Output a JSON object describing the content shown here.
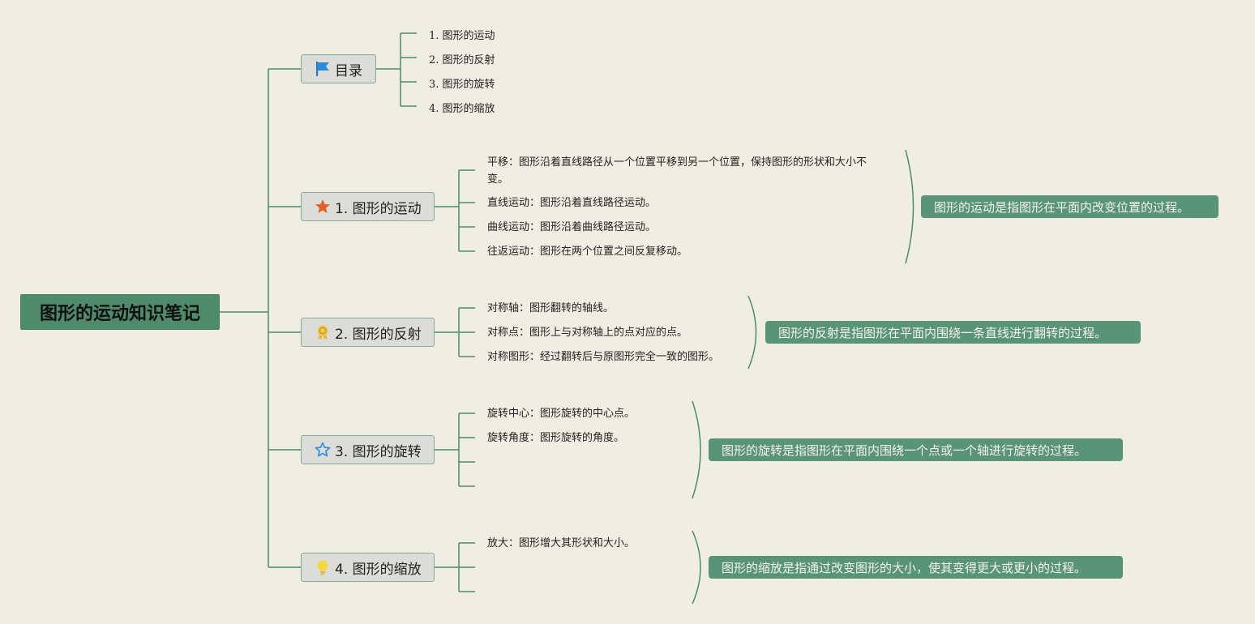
{
  "root": {
    "title": "图形的运动知识笔记"
  },
  "colors": {
    "line": "#4f8a6c",
    "node_bg": "#dcdcd8",
    "summary_bg": "#5a9478",
    "background": "#f0ede3"
  },
  "toc": {
    "title": "目录",
    "icon": "flag-icon",
    "items": [
      "1. 图形的运动",
      "2. 图形的反射",
      "3. 图形的旋转",
      "4. 图形的缩放"
    ]
  },
  "sections": [
    {
      "title": "1. 图形的运动",
      "icon": "star-filled-icon",
      "items": [
        "平移：图形沿着直线路径从一个位置平移到另一个位置，保持图形的形状和大小不变。",
        "直线运动：图形沿着直线路径运动。",
        "曲线运动：图形沿着曲线路径运动。",
        "往返运动：图形在两个位置之间反复移动。"
      ],
      "summary": "图形的运动是指图形在平面内改变位置的过程。"
    },
    {
      "title": "2. 图形的反射",
      "icon": "medal-icon",
      "items": [
        "对称轴：图形翻转的轴线。",
        "对称点：图形上与对称轴上的点对应的点。",
        "对称图形：经过翻转后与原图形完全一致的图形。"
      ],
      "summary": "图形的反射是指图形在平面内围绕一条直线进行翻转的过程。"
    },
    {
      "title": "3. 图形的旋转",
      "icon": "star-outline-icon",
      "items": [
        "旋转中心：图形旋转的中心点。",
        "旋转角度：图形旋转的角度。"
      ],
      "summary": "图形的旋转是指图形在平面内围绕一个点或一个轴进行旋转的过程。"
    },
    {
      "title": "4. 图形的缩放",
      "icon": "lightbulb-icon",
      "items": [
        "放大：图形增大其形状和大小。"
      ],
      "summary": "图形的缩放是指通过改变图形的大小，使其变得更大或更小的过程。"
    }
  ]
}
